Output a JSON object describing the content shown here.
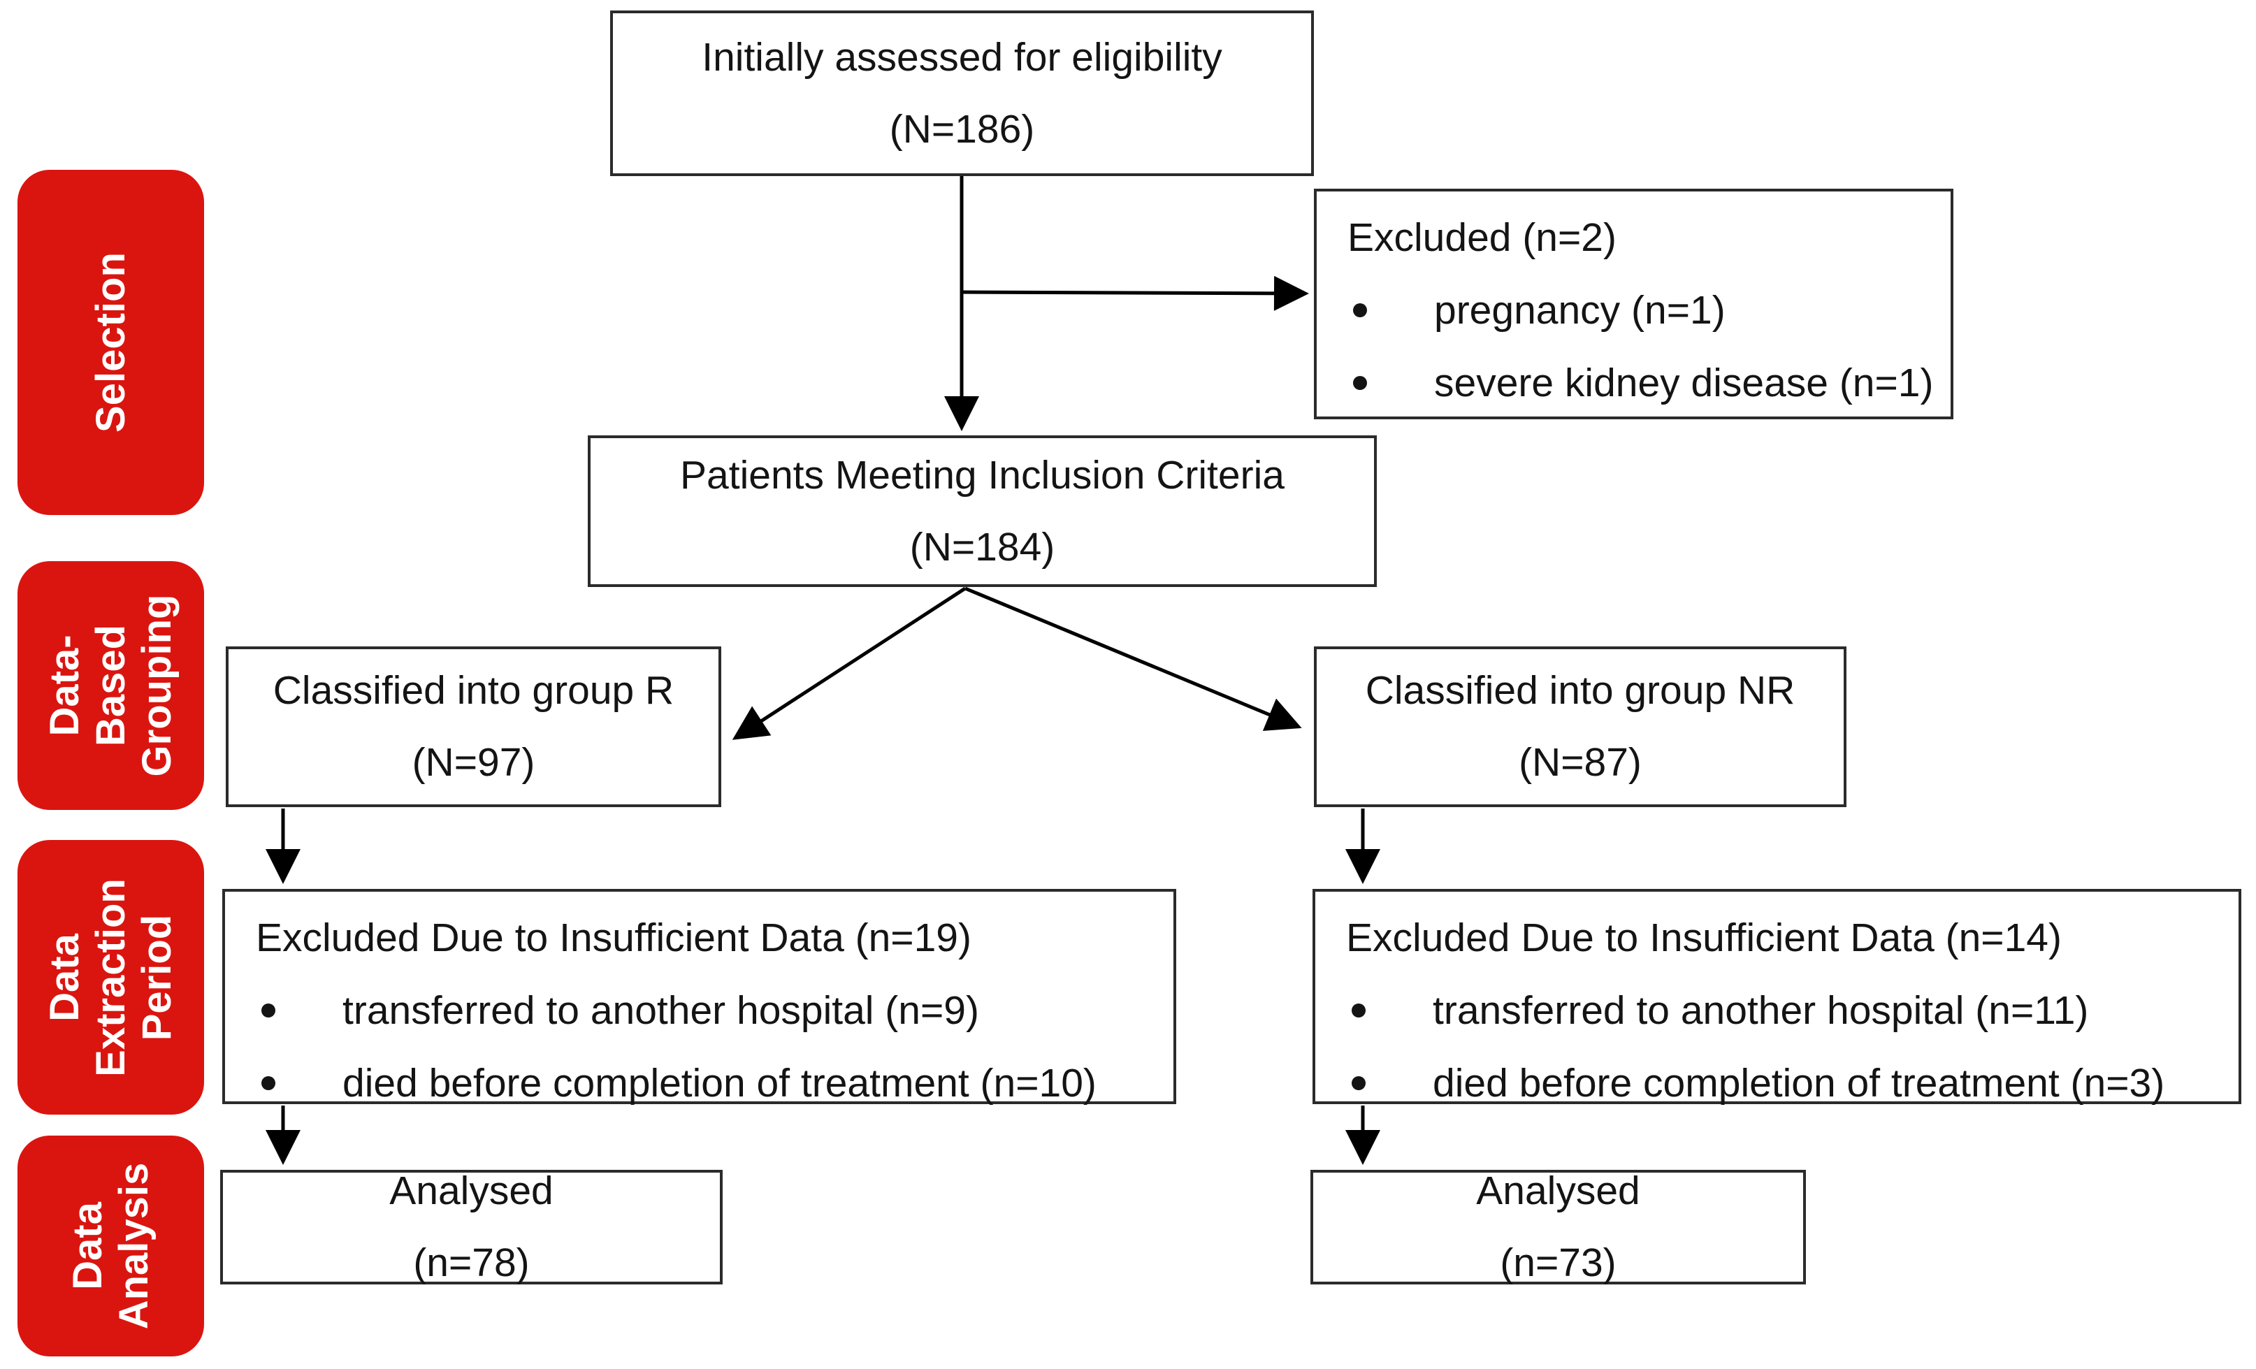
{
  "stages": {
    "selection": {
      "label": "Selection"
    },
    "grouping": {
      "label": "Data-\nBased\nGrouping"
    },
    "extraction": {
      "label": "Data\nExtraction\nPeriod"
    },
    "analysis": {
      "label": "Data\nAnalysis"
    }
  },
  "boxes": {
    "initial": {
      "line1": "Initially assessed for eligibility",
      "line2": "(N=186)"
    },
    "excluded_top": {
      "title": "Excluded (n=2)",
      "bullets": [
        "pregnancy (n=1)",
        "severe kidney disease (n=1)"
      ]
    },
    "inclusion": {
      "line1": "Patients Meeting Inclusion Criteria",
      "line2": "(N=184)"
    },
    "group_r": {
      "line1": "Classified into group R",
      "line2": "(N=97)"
    },
    "group_nr": {
      "line1": "Classified into group NR",
      "line2": "(N=87)"
    },
    "excluded_r": {
      "title": "Excluded Due to Insufficient Data (n=19)",
      "bullets": [
        "transferred to another hospital (n=9)",
        "died before completion of treatment (n=10)"
      ]
    },
    "excluded_nr": {
      "title": "Excluded Due to Insufficient Data (n=14)",
      "bullets": [
        "transferred to another hospital (n=11)",
        "died before completion of treatment (n=3)"
      ]
    },
    "analysed_r": {
      "line1": "Analysed",
      "line2": "(n=78)"
    },
    "analysed_nr": {
      "line1": "Analysed",
      "line2": "(n=73)"
    }
  },
  "colors": {
    "stage_red": "#da1510",
    "stage_text": "#ffffff",
    "box_border": "#2b2b2b",
    "arrow": "#000000",
    "text": "#141414",
    "background": "#ffffff"
  }
}
